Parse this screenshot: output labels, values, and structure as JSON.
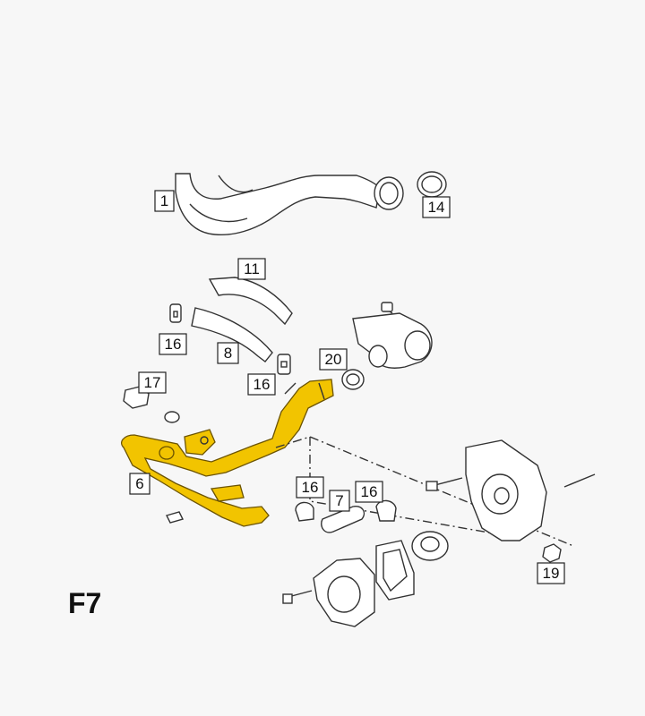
{
  "figure_label": "F7",
  "highlight_color": "#f2c400",
  "callouts": [
    {
      "id": "c1",
      "text": "1"
    },
    {
      "id": "c14",
      "text": "14"
    },
    {
      "id": "c11",
      "text": "11"
    },
    {
      "id": "c16a",
      "text": "16"
    },
    {
      "id": "c8",
      "text": "8"
    },
    {
      "id": "c16b",
      "text": "16"
    },
    {
      "id": "c20",
      "text": "20"
    },
    {
      "id": "c17",
      "text": "17"
    },
    {
      "id": "c6",
      "text": "6"
    },
    {
      "id": "c16c",
      "text": "16"
    },
    {
      "id": "c7",
      "text": "7"
    },
    {
      "id": "c16d",
      "text": "16"
    },
    {
      "id": "c19",
      "text": "19"
    }
  ]
}
